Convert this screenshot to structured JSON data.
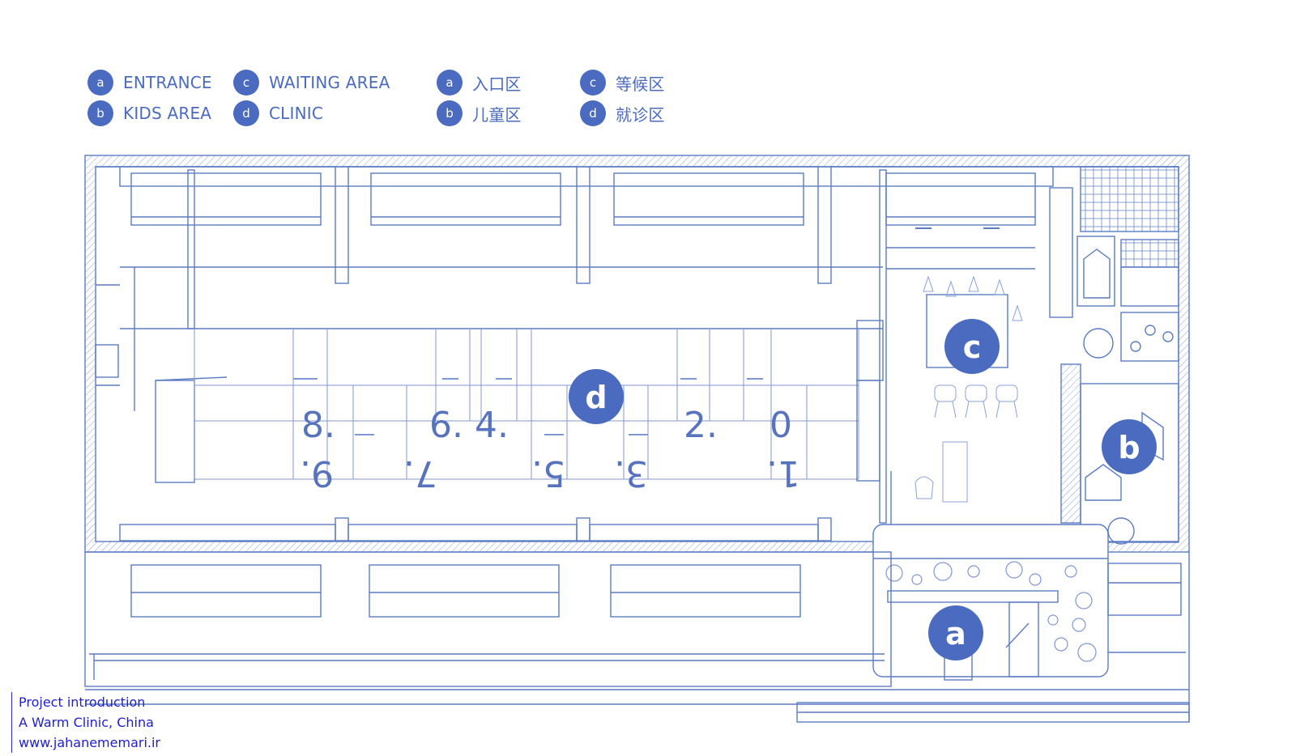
{
  "legend_en": [
    {
      "letter": "a",
      "label": "ENTRANCE"
    },
    {
      "letter": "b",
      "label": "KIDS AREA"
    },
    {
      "letter": "c",
      "label": "WAITING AREA"
    },
    {
      "letter": "d",
      "label": "CLINIC"
    }
  ],
  "legend_zh": [
    {
      "letter": "a",
      "label": "入口区"
    },
    {
      "letter": "b",
      "label": "儿童区"
    },
    {
      "letter": "c",
      "label": "等候区"
    },
    {
      "letter": "d",
      "label": "就诊区"
    }
  ],
  "plan": {
    "markers": {
      "a": "a",
      "b": "b",
      "c": "c",
      "d": "d"
    },
    "room_numbers_top": [
      "8.",
      "6.",
      "4.",
      "2.",
      "0"
    ],
    "room_numbers_bottom": [
      "9.",
      "7.",
      "5.",
      "3.",
      "1."
    ]
  },
  "credit": {
    "line1": "Project introduction",
    "line2": "A Warm Clinic, China",
    "line3": "www.jahanememari.ir"
  },
  "colors": {
    "accent": "#4a6bbf",
    "line": "#5b7cc4",
    "credit_text": "#2020d0"
  }
}
